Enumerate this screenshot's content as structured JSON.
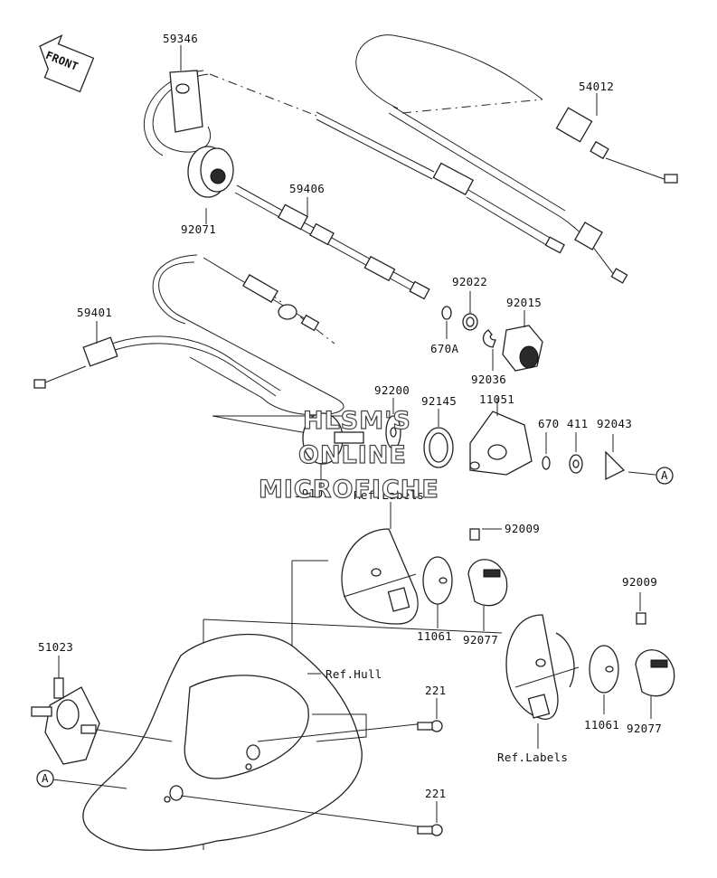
{
  "front_marker": {
    "label": "FRONT"
  },
  "parts": {
    "p59346": "59346",
    "p54012": "54012",
    "p92071": "92071",
    "p59406": "59406",
    "p92022": "92022",
    "p92015": "92015",
    "p59401": "59401",
    "p670A": "670A",
    "p92036": "92036",
    "p92200": "92200",
    "p92145": "92145",
    "p11051": "11051",
    "p670": "670",
    "p411": "411",
    "p92043": "92043",
    "p59101": "59101",
    "ref_labels_1": "Ref.Labels",
    "p92009_a": "92009",
    "p11061_a": "11061",
    "p92077_a": "92077",
    "p92009_b": "92009",
    "p51023": "51023",
    "ref_hull": "Ref.Hull",
    "p221_a": "221",
    "p221_b": "221",
    "p11061_b": "11061",
    "p92077_b": "92077",
    "ref_labels_2": "Ref.Labels",
    "callout_a": "A"
  },
  "watermark": {
    "line1": "HLSM'S",
    "line2": "ONLINE",
    "line3": "MICROFICHE"
  }
}
